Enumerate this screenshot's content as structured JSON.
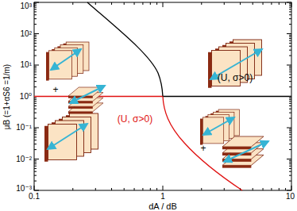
{
  "diagram": {
    "labels": [
      "10³",
      "10²",
      "10¹",
      "10⁰",
      "10⁻¹",
      "10⁻²",
      "10⁻³",
      "0.1",
      "1",
      "10",
      "dA / dB",
      "μB (=1+αS6 =1/m)",
      "(U, σ>0)",
      "(U, σ>0)",
      "+",
      "+"
    ]
  }
}
